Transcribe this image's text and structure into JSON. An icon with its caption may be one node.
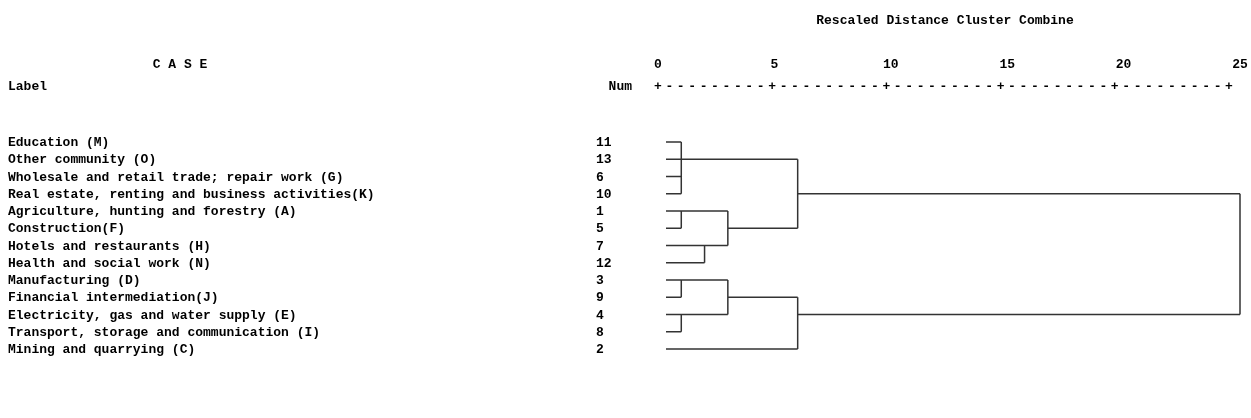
{
  "diagram": {
    "title": "Rescaled Distance Cluster Combine",
    "nodes": [
      {
        "text": [
          "Education (M)",
          "11"
        ]
      },
      {
        "text": [
          "Other community (O)",
          "13"
        ]
      },
      {
        "text": [
          "Wholesale and retail trade; repair work (G)",
          "6"
        ]
      },
      {
        "text": [
          "Real estate, renting and business activities(K)",
          "10"
        ]
      },
      {
        "text": [
          "Agriculture, hunting and forestry (A)",
          "1"
        ]
      },
      {
        "text": [
          "Construction(F)",
          "5"
        ]
      },
      {
        "text": [
          "Hotels and restaurants (H)",
          "7"
        ]
      },
      {
        "text": [
          "Health and social work (N)",
          "12"
        ]
      },
      {
        "text": [
          "Manufacturing (D)",
          "3"
        ]
      },
      {
        "text": [
          "Financial intermediation(J)",
          "9"
        ]
      },
      {
        "text": [
          "Electricity, gas and water supply (E)",
          "4"
        ]
      },
      {
        "text": [
          "Transport, storage and communication (I)",
          "8"
        ]
      },
      {
        "text": [
          "Mining and quarrying (C)",
          "2"
        ]
      }
    ],
    "labels": [
      "C A S E",
      "Label",
      "Num",
      "0",
      "5",
      "10",
      "15",
      "20",
      "25",
      "+---------+---------+---------+---------+---------+"
    ]
  }
}
